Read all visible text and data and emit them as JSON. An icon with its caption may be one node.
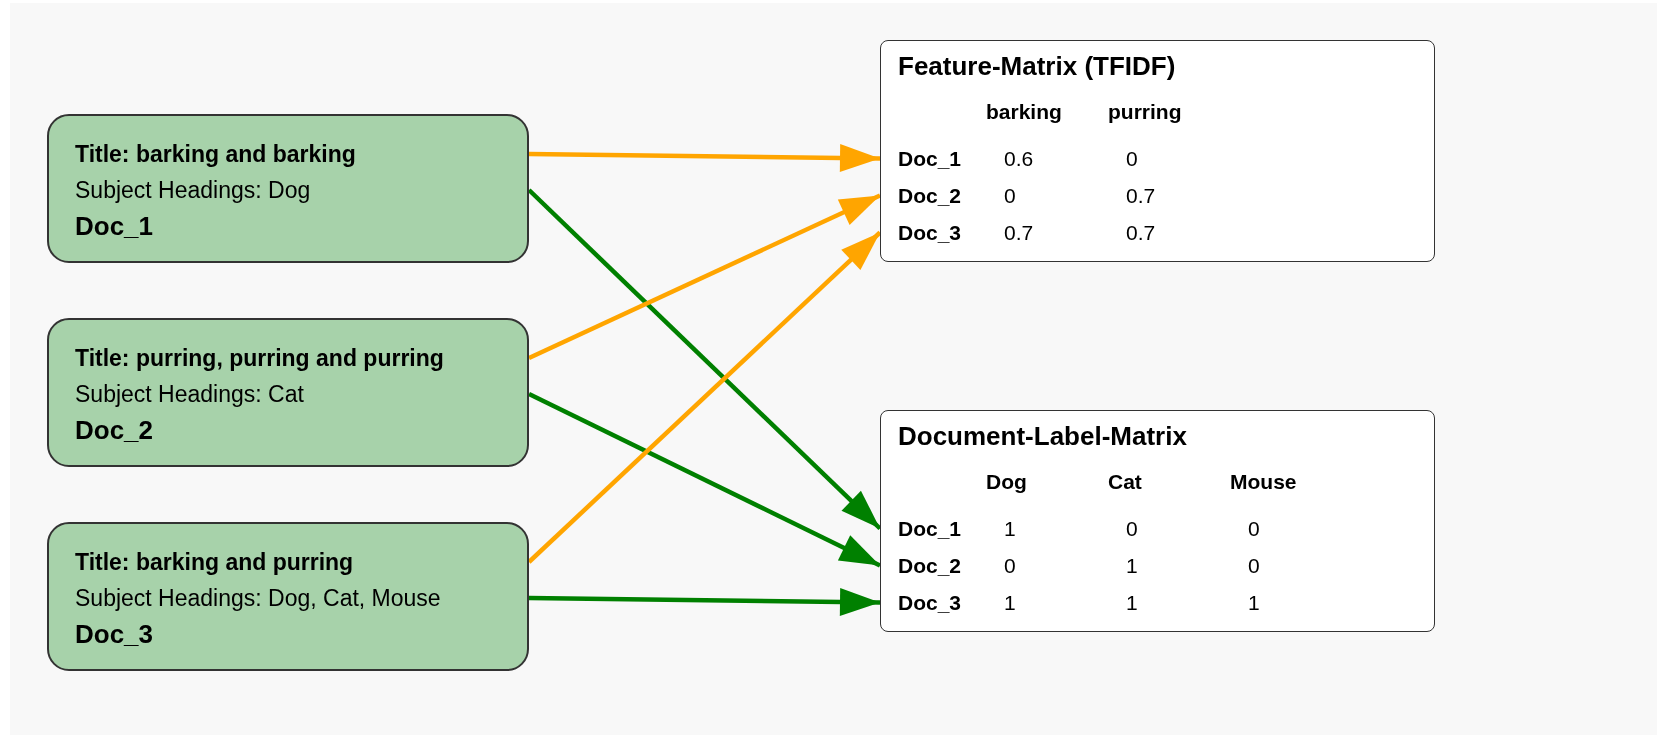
{
  "diagram": {
    "nodes": [
      {
        "text": [
          "Title: barking and barking",
          "Subject Headings: Dog",
          "Doc_1"
        ]
      },
      {
        "text": [
          "Title: purring, purring and purring",
          "Subject Headings: Cat",
          "Doc_2"
        ]
      },
      {
        "text": [
          "Title: barking and purring",
          "Subject Headings: Dog, Cat, Mouse",
          "Doc_3"
        ]
      },
      {
        "text": [
          "Feature-Matrix (TFIDF)",
          "barking",
          "purring",
          "Doc_1",
          "0.6",
          "0",
          "Doc_2",
          "0",
          "0.7",
          "Doc_3",
          "0.7",
          "0.7"
        ]
      },
      {
        "text": [
          "Document-Label-Matrix",
          "Dog",
          "Cat",
          "Mouse",
          "Doc_1",
          "1",
          "0",
          "0",
          "Doc_2",
          "0",
          "1",
          "0",
          "Doc_3",
          "1",
          "1",
          "1"
        ]
      }
    ],
    "edges": [
      {
        "from": 0,
        "to": 3,
        "arrow": "to",
        "color": "#ffa500"
      },
      {
        "from": 0,
        "to": 4,
        "arrow": "to",
        "color": "#008000"
      },
      {
        "from": 1,
        "to": 3,
        "arrow": "to",
        "color": "#ffa500"
      },
      {
        "from": 1,
        "to": 4,
        "arrow": "to",
        "color": "#008000"
      },
      {
        "from": 2,
        "to": 3,
        "arrow": "to",
        "color": "#ffa500"
      },
      {
        "from": 2,
        "to": 4,
        "arrow": "to",
        "color": "#008000"
      }
    ]
  }
}
